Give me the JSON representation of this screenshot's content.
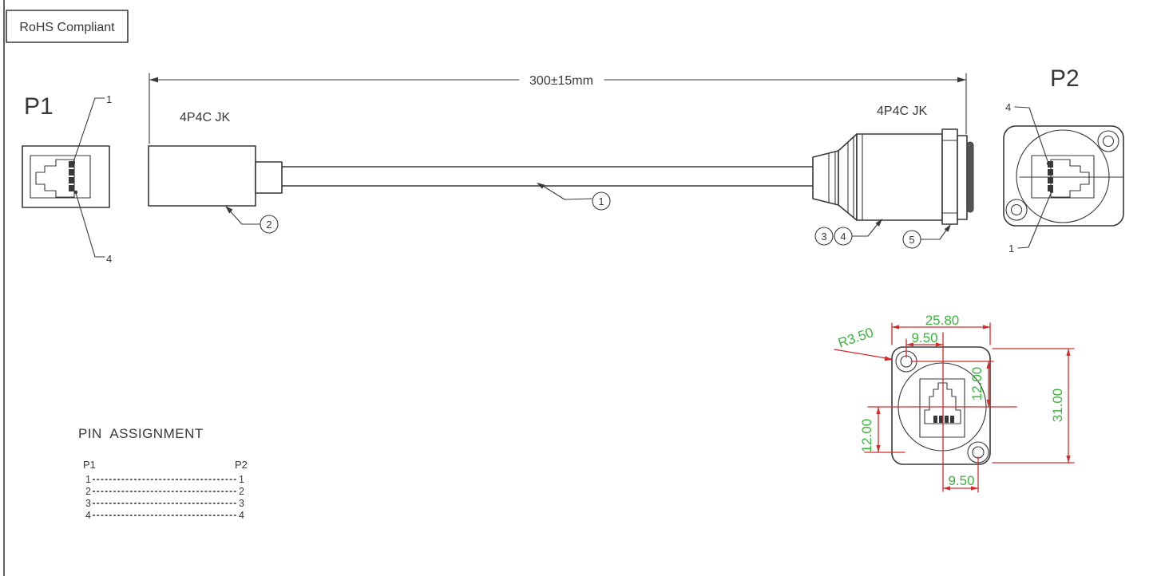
{
  "colors": {
    "ink": "#383838",
    "dimred": "#d42a2a",
    "dimgreen": "#3bb53b"
  },
  "rohs": {
    "label": "RoHS Compliant"
  },
  "length_dimension": "300±15mm",
  "p1": {
    "title": "P1",
    "pin_top": "1",
    "pin_bottom": "4"
  },
  "p2": {
    "title": "P2",
    "pin_top": "4",
    "pin_bottom": "1"
  },
  "jack_labels": {
    "left": "4P4C JK",
    "right": "4P4C JK"
  },
  "callouts": {
    "cable": "1",
    "left_plug": "2",
    "boot": "3",
    "body": "4",
    "nut": "5"
  },
  "panel_dimensions": {
    "width": "25.80",
    "hole_offset_top": "9.50",
    "corner_radius": "R3.50",
    "right_vertical": "12.00",
    "height": "31.00",
    "left_vertical": "12.00",
    "hole_offset_bottom": "9.50"
  },
  "pin_assignment": {
    "title": "PIN  ASSIGNMENT",
    "left_header": "P1",
    "right_header": "P2",
    "rows": [
      {
        "left": "1",
        "right": "1"
      },
      {
        "left": "2",
        "right": "2"
      },
      {
        "left": "3",
        "right": "3"
      },
      {
        "left": "4",
        "right": "4"
      }
    ]
  }
}
